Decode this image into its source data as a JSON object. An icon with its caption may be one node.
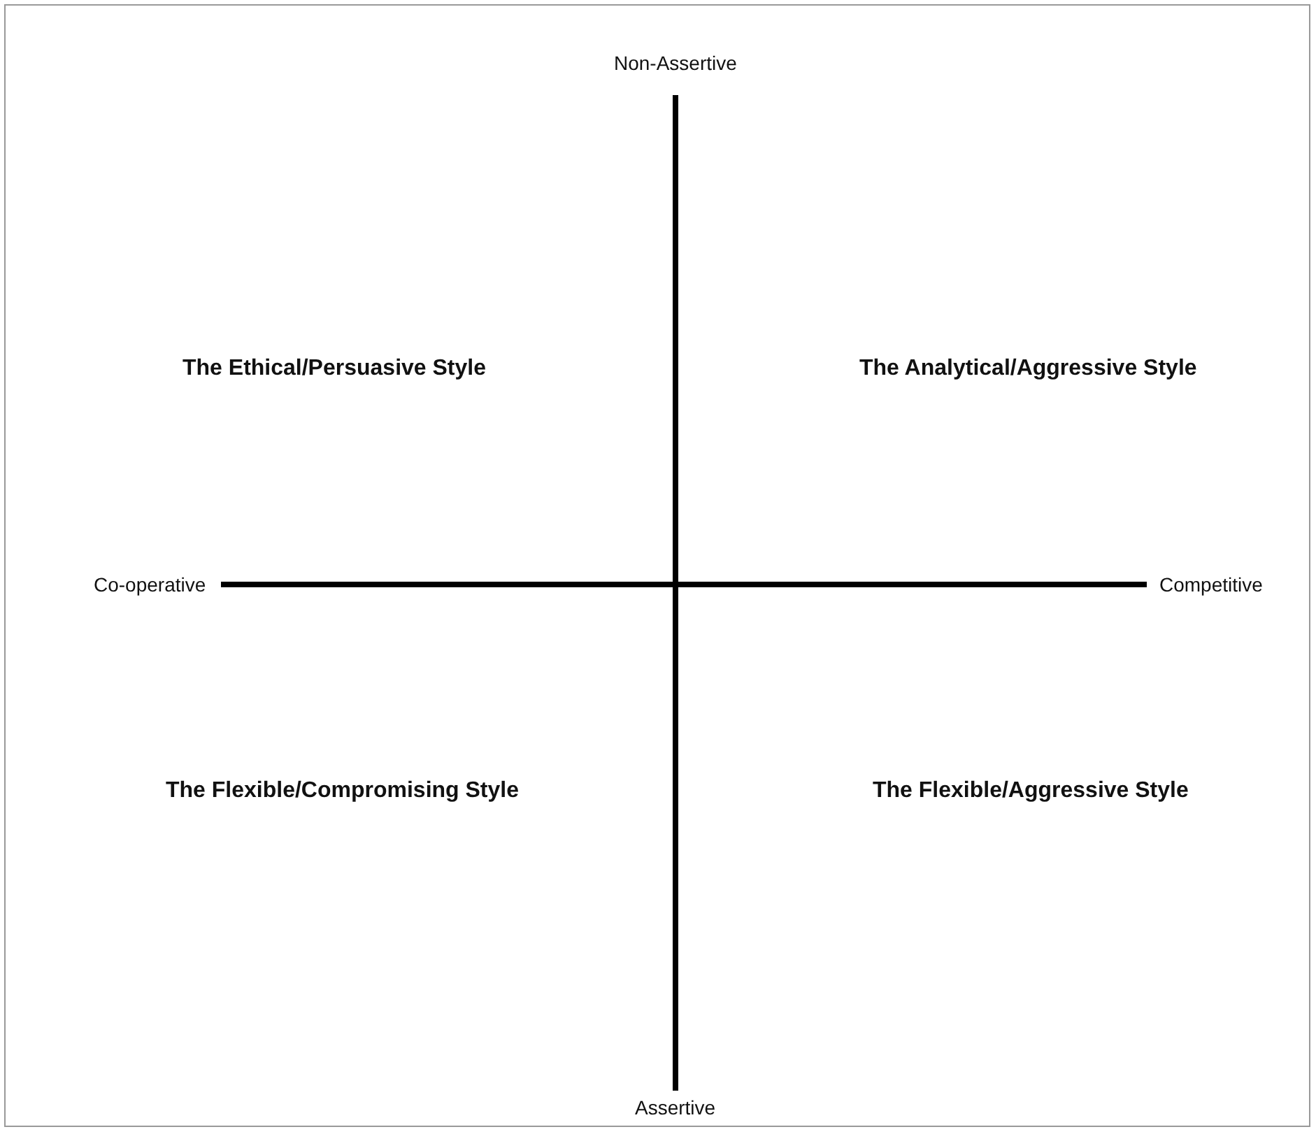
{
  "diagram": {
    "labels": [
      "Non-Assertive",
      "The Ethical/Persuasive Style",
      "The Analytical/Aggressive Style",
      "Co-operative",
      "Competitive",
      "The Flexible/Compromising Style",
      "The Flexible/Aggressive Style",
      "Assertive"
    ]
  }
}
